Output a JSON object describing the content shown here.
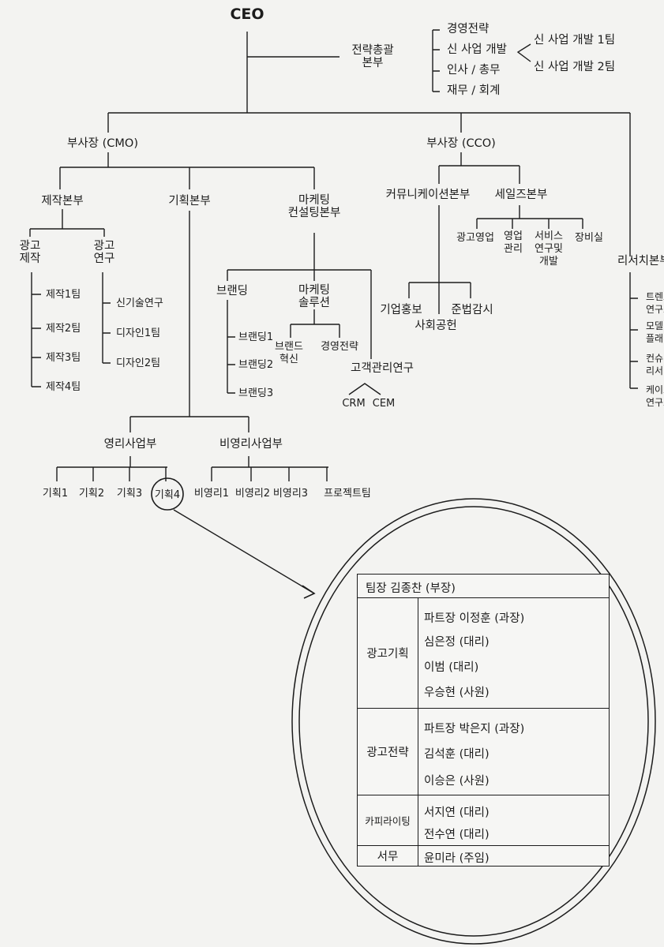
{
  "chart": {
    "ceo": "CEO",
    "strategy_hq": {
      "name": "전략총괄\n본부",
      "units": [
        "경영전략",
        "신 사업 개발",
        "인사 / 총무",
        "재무 / 회계"
      ],
      "new_biz_teams": [
        "신 사업 개발 1팀",
        "신 사업 개발 2팀"
      ]
    },
    "cmo": "부사장 (CMO)",
    "cco": "부사장 (CCO)",
    "production_hq": {
      "name": "제작본부",
      "ad_production": "광고\n제작",
      "ad_research": "광고\n연구",
      "production_teams": [
        "제작1팀",
        "제작2팀",
        "제작3팀",
        "제작4팀"
      ],
      "research_teams": [
        "신기술연구",
        "디자인1팀",
        "디자인2팀"
      ]
    },
    "planning_hq": {
      "name": "기획본부",
      "profit_div": "영리사업부",
      "nonprofit_div": "비영리사업부",
      "profit_teams": [
        "기획1",
        "기획2",
        "기획3",
        "기획4"
      ],
      "nonprofit_teams": [
        "비영리1",
        "비영리2",
        "비영리3",
        "프로젝트팀"
      ]
    },
    "marketing_hq": {
      "name": "마케팅\n컨설팅본부",
      "branding": "브랜딩",
      "branding_teams": [
        "브랜딩1",
        "브랜딩2",
        "브랜딩3"
      ],
      "mkt_solution": "마케팅\n솔루션",
      "brand_innovation": "브랜드\n혁신",
      "mgmt_strategy": "경영전략",
      "customer_research": "고객관리연구",
      "crm": "CRM",
      "cem": "CEM"
    },
    "comm_hq": {
      "name": "커뮤니케이션본부",
      "units": [
        "기업홍보",
        "사회공헌",
        "준법감시"
      ]
    },
    "sales_hq": {
      "name": "세일즈본부",
      "units": [
        "광고영업",
        "영업\n관리",
        "서비스\n연구및\n개발",
        "장비실"
      ]
    },
    "research_hq": {
      "name": "리서치본부",
      "units": [
        "트렌드\n연구소",
        "모델\n플래닝",
        "컨슈머\n리서치",
        "케이스\n연구소"
      ]
    }
  },
  "team_detail": {
    "header": "팀장 김종찬 (부장)",
    "sections": [
      {
        "name": "광고기획",
        "members": [
          "파트장 이정훈 (과장)",
          "심은정 (대리)",
          "이범 (대리)",
          "우승현 (사원)"
        ]
      },
      {
        "name": "광고전략",
        "members": [
          "파트장 박은지 (과장)",
          "김석훈 (대리)",
          "이승은 (사원)"
        ]
      },
      {
        "name": "카피라이팅",
        "members": [
          "서지연 (대리)",
          "전수연 (대리)"
        ]
      },
      {
        "name": "서무",
        "members": [
          "윤미라 (주임)"
        ]
      }
    ]
  }
}
